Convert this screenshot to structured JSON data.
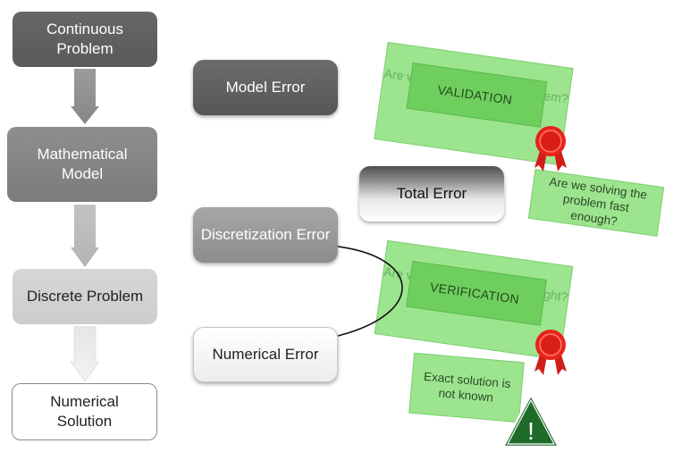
{
  "stages": [
    {
      "label": "Continuous Problem"
    },
    {
      "label": "Mathematical Model"
    },
    {
      "label": "Discrete Problem"
    },
    {
      "label": "Numerical Solution"
    }
  ],
  "errors": {
    "model": "Model Error",
    "discretization": "Discretization Error",
    "numerical": "Numerical Error",
    "total": "Total Error"
  },
  "validation": {
    "title": "VALIDATION",
    "question": "Are we solving the right problem?"
  },
  "verification": {
    "title": "VERIFICATION",
    "question": "Are we solving the problem right?"
  },
  "notes": {
    "fast": "Are we solving the problem fast enough?",
    "exact": "Exact solution is not known"
  },
  "warning": {
    "symbol": "!",
    "icon": "warning-icon"
  },
  "colors": {
    "card_green": "#9de48f",
    "card_inner": "#6fcf5e",
    "seal_red": "#e8231c",
    "warning_green": "#1f6b2a"
  }
}
